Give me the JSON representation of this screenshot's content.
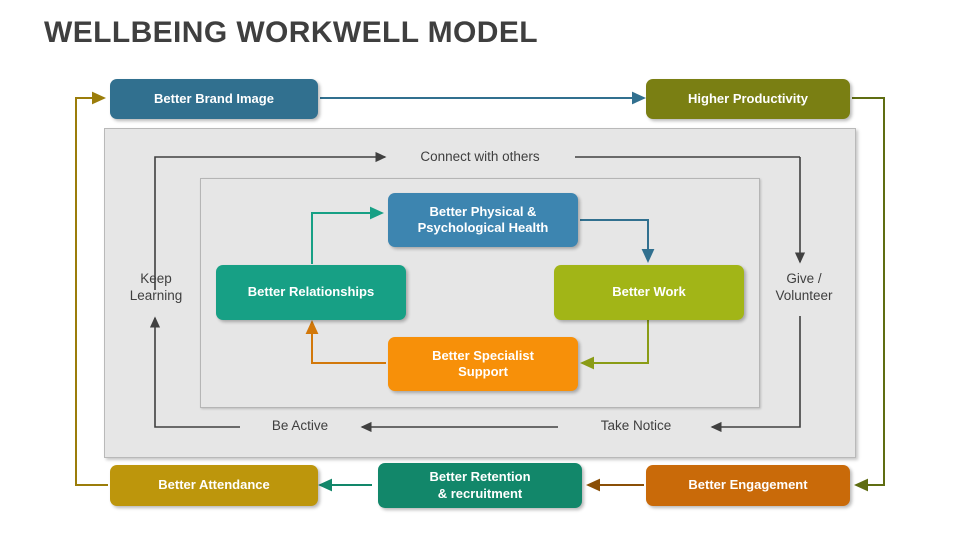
{
  "title": "WELLBEING WORKWELL MODEL",
  "colors": {
    "brand_image": "#31708f",
    "higher_productivity": "#7a7f13",
    "better_attendance": "#bd960c",
    "better_retention": "#12876a",
    "better_engagement": "#c96a09",
    "health": "#3d85b0",
    "relationships": "#17a085",
    "work": "#a2b517",
    "specialist_support": "#f79009",
    "panel_fill": "#e6e6e6",
    "text_dark": "#3f3f3f",
    "arrow_dark": "#404040"
  },
  "outcomes": {
    "top": [
      {
        "id": "better-brand-image",
        "label": "Better Brand Image"
      },
      {
        "id": "higher-productivity",
        "label": "Higher Productivity"
      }
    ],
    "bottom": [
      {
        "id": "better-attendance",
        "label": "Better Attendance"
      },
      {
        "id": "better-retention",
        "label": "Better Retention\n& recruitment"
      },
      {
        "id": "better-engagement",
        "label": "Better Engagement"
      }
    ]
  },
  "core": {
    "health": "Better Physical &\nPsychological Health",
    "relationships": "Better Relationships",
    "work": "Better Work",
    "support": "Better Specialist\nSupport"
  },
  "five_ways": {
    "connect": "Connect with others",
    "keep_learning": "Keep\nLearning",
    "give": "Give /\nVolunteer",
    "be_active": "Be Active",
    "take_notice": "Take Notice"
  }
}
